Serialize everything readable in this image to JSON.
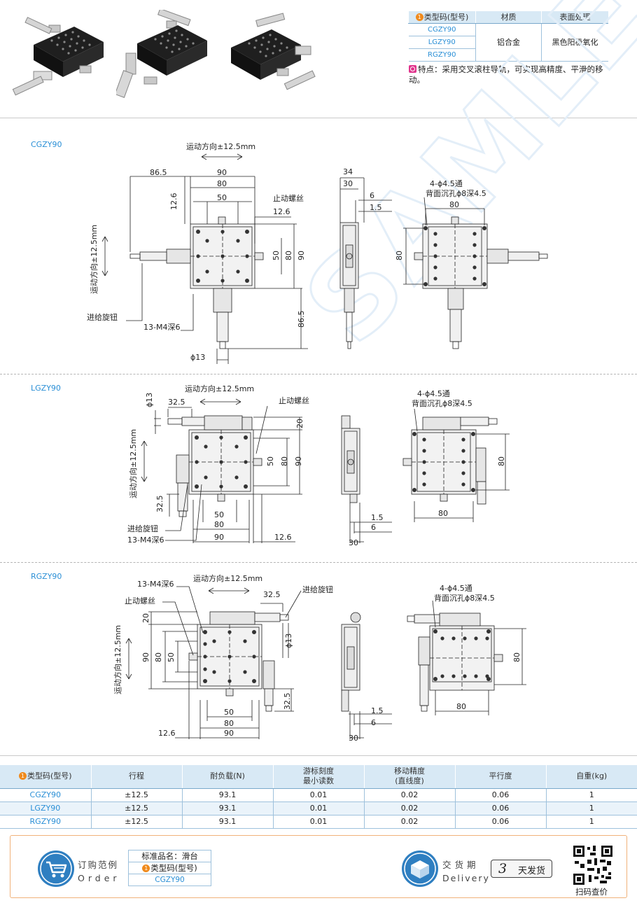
{
  "spec_table": {
    "headers": [
      "类型码(型号)",
      "材质",
      "表面处理"
    ],
    "rows": [
      "CGZY90",
      "LGZY90",
      "RGZY90"
    ],
    "material": "铝合金",
    "surface": "黑色阳极氧化",
    "badge": "1"
  },
  "feature_text": "特点：采用交叉滚柱导轨，可实现高精度、平滑的移动。",
  "watermark": "SAMLEO",
  "cgzy": {
    "section": "CGZY90",
    "motion_h": "运动方向±12.5mm",
    "motion_v": "运动方向±12.5mm",
    "d_86_5": "86.5",
    "d_90": "90",
    "d_80": "80",
    "d_50": "50",
    "d_12_6a": "12.6",
    "lock_screw": "止动螺丝",
    "d_12_6b": "12.6",
    "r_50": "50",
    "r_80": "80",
    "r_90": "90",
    "r_86_5": "86.5",
    "feed_knob": "进给旋钮",
    "m4": "13-M4深6",
    "phi13": "ϕ13",
    "s_34": "34",
    "s_30": "30",
    "s_6": "6",
    "s_1_5": "1.5",
    "holes_1": "4-ϕ4.5通",
    "holes_2": "背面沉孔ϕ8深4.5",
    "b_80": "80",
    "b_80v": "80"
  },
  "lgzy": {
    "section": "LGZY90",
    "motion_h": "运动方向±12.5mm",
    "motion_v": "运动方向±12.5mm",
    "phi13": "ϕ13",
    "d_32_5": "32.5",
    "lock_screw": "止动螺丝",
    "d_20": "20",
    "r_50": "50",
    "r_80": "80",
    "r_90": "90",
    "d_32_5v": "32.5",
    "feed_knob": "进给旋钮",
    "m4": "13-M4深6",
    "b_50": "50",
    "b_80": "80",
    "b_90": "90",
    "b_12_6": "12.6",
    "s_1_5": "1.5",
    "s_6": "6",
    "s_30": "30",
    "holes_1": "4-ϕ4.5通",
    "holes_2": "背面沉孔ϕ8深4.5",
    "c_80": "80",
    "c_80v": "80"
  },
  "rgzy": {
    "section": "RGZY90",
    "m4": "13-M4深6",
    "motion_h": "运动方向±12.5mm",
    "motion_v": "运动方向±12.5mm",
    "lock_screw": "止动螺丝",
    "d_32_5": "32.5",
    "feed_knob": "进给旋钮",
    "d_20": "20",
    "l_90": "90",
    "l_80": "80",
    "l_50": "50",
    "phi13": "ϕ13",
    "d_32_5v": "32.5",
    "b_50": "50",
    "b_80": "80",
    "b_90": "90",
    "b_12_6": "12.6",
    "s_1_5": "1.5",
    "s_6": "6",
    "s_30": "30",
    "holes_1": "4-ϕ4.5通",
    "holes_2": "背面沉孔ϕ8深4.5",
    "c_80": "80",
    "c_80v": "80"
  },
  "main_table": {
    "badge": "1",
    "headers": [
      "类型码(型号)",
      "行程",
      "耐负载(N)",
      "游标刻度",
      "最小读数",
      "移动精度",
      "(直线度)",
      "平行度",
      "自重(kg)"
    ],
    "rows": [
      [
        "CGZY90",
        "±12.5",
        "93.1",
        "0.01",
        "0.02",
        "0.06",
        "1"
      ],
      [
        "LGZY90",
        "±12.5",
        "93.1",
        "0.01",
        "0.02",
        "0.06",
        "1"
      ],
      [
        "RGZY90",
        "±12.5",
        "93.1",
        "0.01",
        "0.02",
        "0.06",
        "1"
      ]
    ]
  },
  "footer": {
    "order_cn": "订购范例",
    "order_en": "Order",
    "std_name": "标准品名：滑台",
    "type_code": "类型码(型号)",
    "example_code": "CGZY90",
    "badge": "1",
    "delivery_cn": "交货期",
    "delivery_en": "Delivery",
    "days_num": "3",
    "days_label": "天发货",
    "qr_label": "扫码查价"
  },
  "colors": {
    "accent_blue": "#2a8fd6",
    "header_blue": "#d8e9f5",
    "badge_orange": "#f08a1c",
    "feature_pink": "#e0348c",
    "footer_border": "#f0b27a"
  }
}
